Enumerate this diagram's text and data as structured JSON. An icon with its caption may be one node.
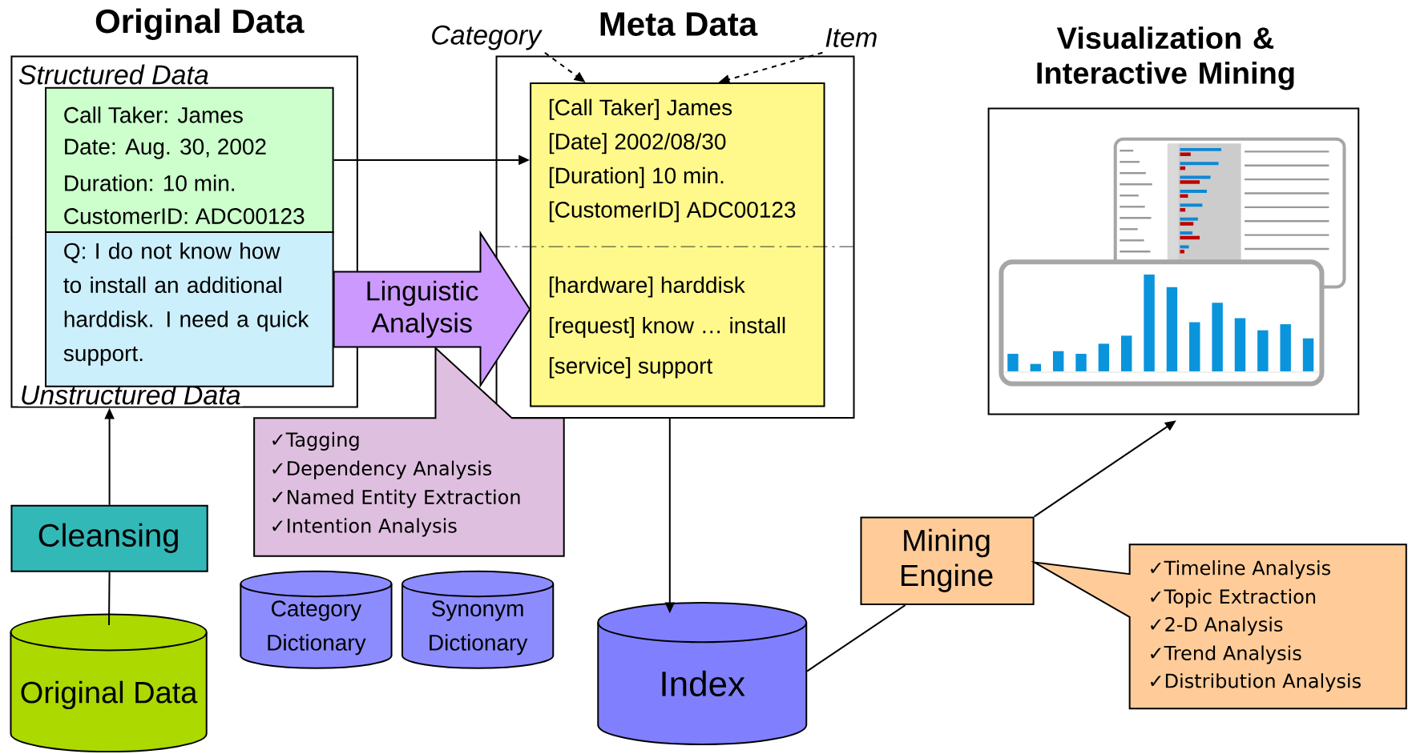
{
  "diagram": {
    "nodes": [
      {
        "text": [
          "Original Data",
          "Structured Data",
          "Unstructured Data"
        ]
      },
      {
        "text": [
          "Call Taker: James",
          "Date: Aug. 30, 2002",
          "Duration: 10 min.",
          "CustomerID: ADC00123"
        ],
        "in": 0
      },
      {
        "text": [
          "Q: I do not know how to install an additional harddisk. I need a quick support."
        ],
        "in": 0
      },
      {
        "text": [
          "Meta Data"
        ]
      },
      {
        "text": [
          "[Call Taker] James",
          "[Date] 2002/08/30",
          "[Duration] 10 min.",
          "[CustomerID] ADC00123",
          "[hardware] harddisk",
          "[request] know … install",
          "[service] support"
        ],
        "in": 3
      },
      {
        "text": [
          "Category"
        ]
      },
      {
        "text": [
          "Item"
        ]
      },
      {
        "text": [
          "✓Tagging",
          "✓Dependency Analysis",
          "✓Named Entity Extraction",
          "✓Intention Analysis"
        ]
      },
      {
        "text": [
          "Category Dictionary"
        ]
      },
      {
        "text": [
          "Synonym Dictionary"
        ]
      },
      {
        "text": [
          "Cleansing"
        ]
      },
      {
        "text": [
          "Original Data"
        ]
      },
      {
        "text": [
          "Index"
        ]
      },
      {
        "text": [
          "Mining Engine"
        ]
      },
      {
        "text": [
          "✓Timeline Analysis",
          "✓Topic Extraction",
          "✓2-D Analysis",
          "✓Trend Analysis",
          "✓Distribution Analysis"
        ]
      },
      {
        "text": [
          "Visualization & Interactive Mining"
        ]
      },
      {
        "text": [],
        "shape": "picture",
        "in": 15
      }
    ],
    "edges": [
      {
        "from": 1,
        "to": 4,
        "arrow": "to"
      },
      {
        "from": 5,
        "to": 4,
        "arrow": "to",
        "style": "dashed"
      },
      {
        "from": 6,
        "to": 4,
        "arrow": "to",
        "style": "dashed"
      },
      {
        "from": 10,
        "to": 0,
        "arrow": "to"
      },
      {
        "from": 11,
        "to": 10,
        "arrow": "none"
      },
      {
        "from": 3,
        "to": 12,
        "arrow": "to"
      },
      {
        "from": 12,
        "to": 13,
        "arrow": "none"
      },
      {
        "from": 13,
        "to": 15,
        "arrow": "to"
      },
      {
        "from": 2,
        "to": 4,
        "arrow": "to",
        "style": "thick",
        "color": "#cc99ff",
        "label": "Linguistic Analysis"
      }
    ]
  }
}
